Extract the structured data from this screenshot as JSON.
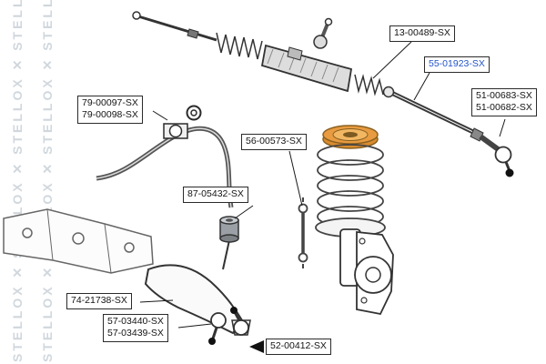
{
  "diagram": {
    "kind": "exploded-auto-parts-diagram",
    "watermark_word": "STELLOX",
    "watermark_column_text": "STELLOX ✕ STELLOX ✕ STELLOX ✕ STELLOX",
    "watermark_color": "#ccd3da",
    "line_color": "#2b2b2b",
    "highlight_color": "#2355c8",
    "spring_seat_color": "#e89b40"
  },
  "label_boxes": [
    {
      "name": "steering-rack",
      "lines": [
        "13-00489-SX"
      ],
      "highlight": false
    },
    {
      "name": "inner-tie-rod",
      "lines": [
        "55-01923-SX"
      ],
      "highlight": true
    },
    {
      "name": "tie-rod-end",
      "lines": [
        "51-00683-SX",
        "51-00682-SX"
      ],
      "highlight": false
    },
    {
      "name": "stabilizer-bushings",
      "lines": [
        "79-00097-SX",
        "79-00098-SX"
      ],
      "highlight": false
    },
    {
      "name": "stabilizer-link",
      "lines": [
        "56-00573-SX"
      ],
      "highlight": false
    },
    {
      "name": "control-arm-bushing",
      "lines": [
        "87-05432-SX"
      ],
      "highlight": false
    },
    {
      "name": "control-arm",
      "lines": [
        "74-21738-SX"
      ],
      "highlight": false
    },
    {
      "name": "control-arm-ball-joints",
      "lines": [
        "57-03440-SX",
        "57-03439-SX"
      ],
      "highlight": false
    },
    {
      "name": "ball-joint",
      "lines": [
        "52-00412-SX"
      ],
      "highlight": false
    }
  ]
}
